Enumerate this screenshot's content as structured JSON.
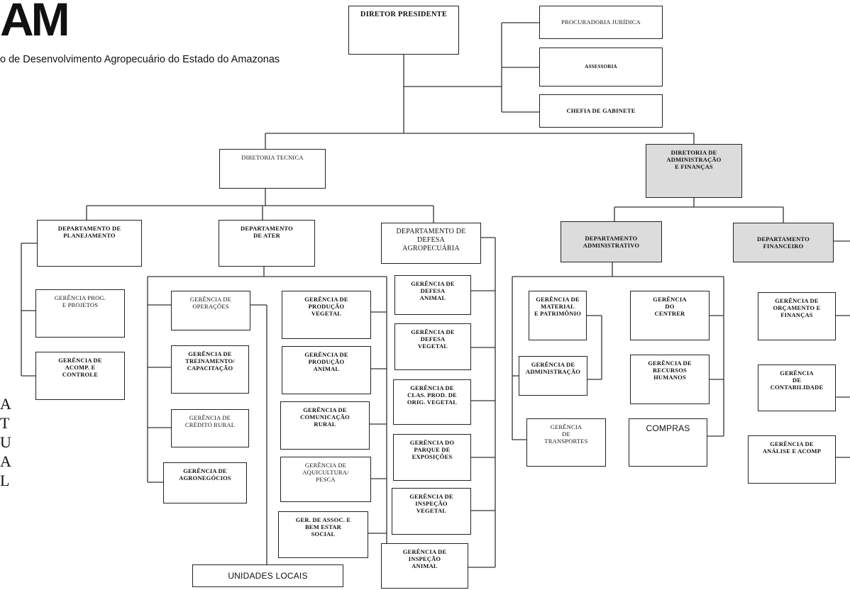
{
  "header": {
    "logo": "AM",
    "org_name": "o de Desenvolvimento Agropecuário do Estado do Amazonas",
    "side_letters": [
      "A",
      "T",
      "U",
      "A",
      "L"
    ]
  },
  "boxes": {
    "diretor": "DIRETOR PRESIDENTE",
    "procuradoria": "PROCURADORIA JURÍDICA",
    "assessoria": "ASSESSORIA",
    "chefia": "CHEFIA DE GABINETE",
    "dir_tecnica": "DIRETORIA TECNICA",
    "dir_adm": "DIRETORIA DE\nADMINISTRAÇÃO\nE FINANÇAS",
    "dep_planejamento": "DEPARTAMENTO DE\nPLANEJAMENTO",
    "dep_ater": "DEPARTAMENTO\nDE ATER",
    "dep_defesa": "DEPARTAMENTO DE\nDEFESA\nAGROPECUÁRIA",
    "dep_adm": "DEPARTAMENTO\nADMINISTRATIVO",
    "dep_fin": "DEPARTAMENTO\nFINANCEIRO",
    "g_prog": "GERÊNCIA PROG.\nE PROJETOS",
    "g_acomp": "GERÊNCIA DE\nACOMP. E\nCONTROLE",
    "g_operacoes": "GERÊNCIA DE\nOPERAÇÕES",
    "g_treinamento": "GERÊNCIA DE\nTREINAMENTO/\nCAPACITAÇÃO",
    "g_credito": "GERÊNCIA DE\nCRÉDITO RURAL",
    "g_agronegocios": "GERÊNCIA DE\nAGRONEGÓCIOS",
    "g_prod_vegetal": "GERÊNCIA DE\nPRODUÇÃO\nVEGETAL",
    "g_prod_animal": "GERÊNCIA DE\nPRODUÇÃO\nANIMAL",
    "g_comunicacao": "GERÊNCIA DE\nCOMUNICAÇÃO\nRURAL",
    "g_aquicultura": "GERÊNCIA DE\nAQUICULTURA/\nPESCA",
    "g_assoc": "GER. DE ASSOC. E\nBEM ESTAR\nSOCIAL",
    "g_def_animal": "GERÊNCIA DE\nDEFESA\nANIMAL",
    "g_def_vegetal": "GERÊNCIA DE\nDEFESA\nVEGETAL",
    "g_clas": "GERÊNCIA DE\nCLAS. PROD. DE\nORIG. VEGETAL",
    "g_parque": "GERÊNCIA DO\nPARQUE DE\nEXPOSIÇÕES",
    "g_insp_vegetal": "GERÊNCIA DE\nINSPEÇÃO\nVEGETAL",
    "g_insp_animal": "GERÊNCIA DE\nINSPEÇÃO\nANIMAL",
    "unidades": "UNIDADES LOCAIS",
    "g_material": "GERÊNCIA DE\nMATERIAL\nE PATRIMÔNIO",
    "g_centrer": "GERÊNCIA\nDO\nCENTRER",
    "g_administracao": "GERÊNCIA DE\nADMINISTRAÇÃO",
    "g_rh": "GERÊNCIA DE\nRECURSOS\nHUMANOS",
    "g_transportes": "GERÊNCIA\nDE\nTRANSPORTES",
    "compras": "COMPRAS",
    "g_orcamento": "GERÊNCIA DE\nORÇAMENTO E\nFINANÇAS",
    "g_contabilidade": "GERÊNCIA\nDE\nCONTABILIDADE",
    "g_analise": "GERÊNCIA DE\nANÁLISE E ACOMP"
  }
}
